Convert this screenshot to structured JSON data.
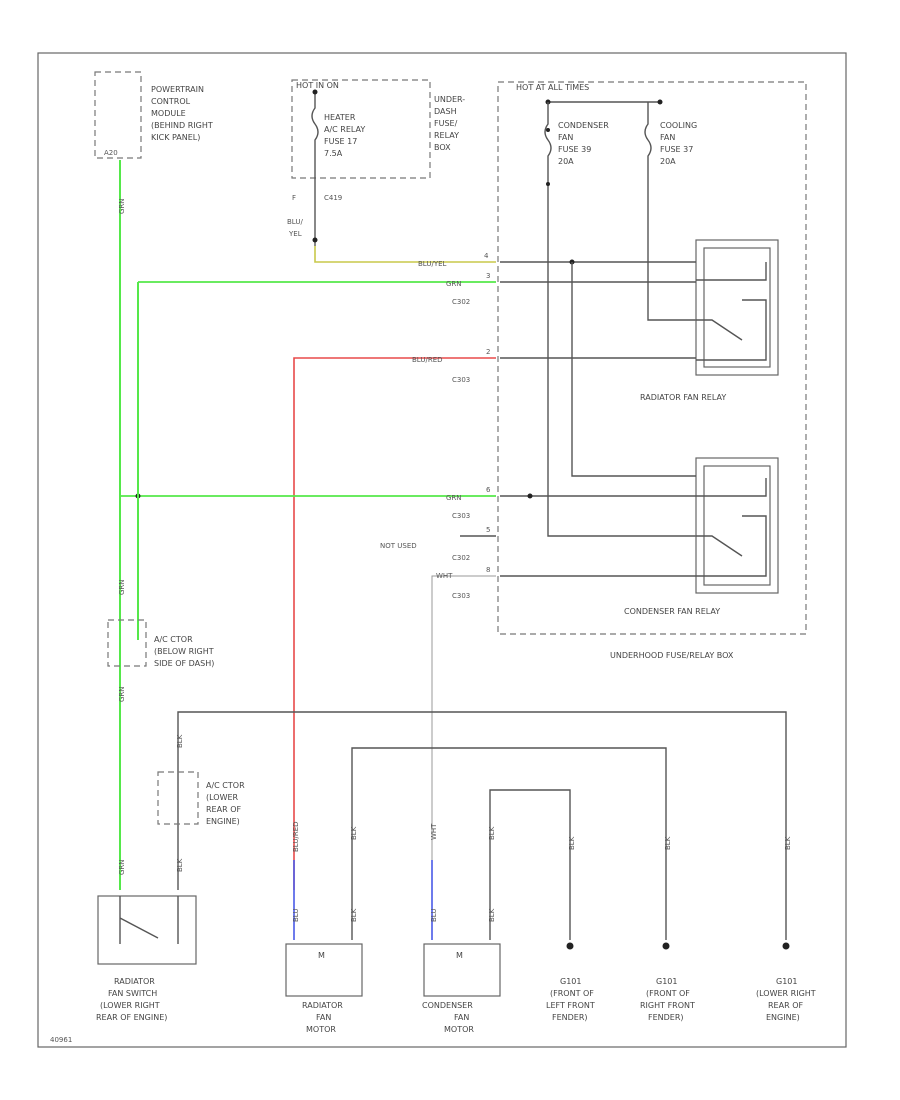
{
  "colors": {
    "green": "#55e84a",
    "red": "#e84a4a",
    "blue": "#4a5ae8",
    "yellow": "#c8c84a",
    "line": "#555555"
  },
  "pcm": {
    "label_lines": [
      "POWERTRAIN",
      "CONTROL",
      "MODULE",
      "(BEHIND RIGHT",
      "KICK PANEL)"
    ],
    "pin": "A20"
  },
  "dash_box": {
    "header": "HOT IN ON",
    "fuse_lines": [
      "HEATER",
      "A/C RELAY",
      "FUSE 17",
      "7.5A"
    ],
    "side_lines": [
      "UNDER-",
      "DASH",
      "FUSE/",
      "RELAY",
      "BOX"
    ],
    "pin": "F",
    "connector": "C419",
    "wire": [
      "BLU/",
      "YEL"
    ]
  },
  "underhood": {
    "header": "HOT AT ALL TIMES",
    "fuse1": [
      "CONDENSER",
      "FAN",
      "FUSE 39",
      "20A"
    ],
    "fuse2": [
      "COOLING",
      "FAN",
      "FUSE 37",
      "20A"
    ],
    "box_label": "UNDERHOOD FUSE/RELAY BOX",
    "relay1_label": "RADIATOR FAN RELAY",
    "relay2_label": "CONDENSER FAN RELAY"
  },
  "wires": {
    "w1": "BLU/YEL",
    "w2": "GRN",
    "w3": "BLU/RED",
    "w4": "GRN",
    "w5": "NOT USED",
    "w6": "WHT",
    "c1": "C302",
    "c2": "C303",
    "c3": "C303",
    "c4": "C302",
    "c5": "C303",
    "p1": "4",
    "p2": "3",
    "p3": "2",
    "p4": "6",
    "p5": "5",
    "p6": "8"
  },
  "ac_ctor1": [
    "A/C CTOR",
    "(BELOW RIGHT",
    "SIDE OF DASH)"
  ],
  "ac_ctor2": [
    "A/C CTOR",
    "(LOWER",
    "REAR OF",
    "ENGINE)"
  ],
  "switch": [
    "RADIATOR",
    "FAN SWITCH",
    "(LOWER RIGHT",
    "REAR OF ENGINE)"
  ],
  "rad_motor": {
    "symbol": "M",
    "lines": [
      "RADIATOR",
      "FAN",
      "MOTOR"
    ]
  },
  "cond_motor": {
    "symbol": "M",
    "lines": [
      "CONDENSER",
      "FAN",
      "MOTOR"
    ]
  },
  "grounds": [
    {
      "name": "G101",
      "lines": [
        "G101",
        "(FRONT OF",
        "LEFT FRONT",
        "FENDER)"
      ]
    },
    {
      "name": "G101",
      "lines": [
        "G101",
        "(FRONT OF",
        "RIGHT FRONT",
        "FENDER)"
      ]
    },
    {
      "name": "G101",
      "lines": [
        "G101",
        "(LOWER RIGHT",
        "REAR OF",
        "ENGINE)"
      ]
    }
  ],
  "vertical_wire_labels": {
    "grn": "GRN",
    "blk": "BLK",
    "blured": "BLU/RED",
    "wht": "WHT",
    "blu": "BLU"
  },
  "footer_code": "40961"
}
